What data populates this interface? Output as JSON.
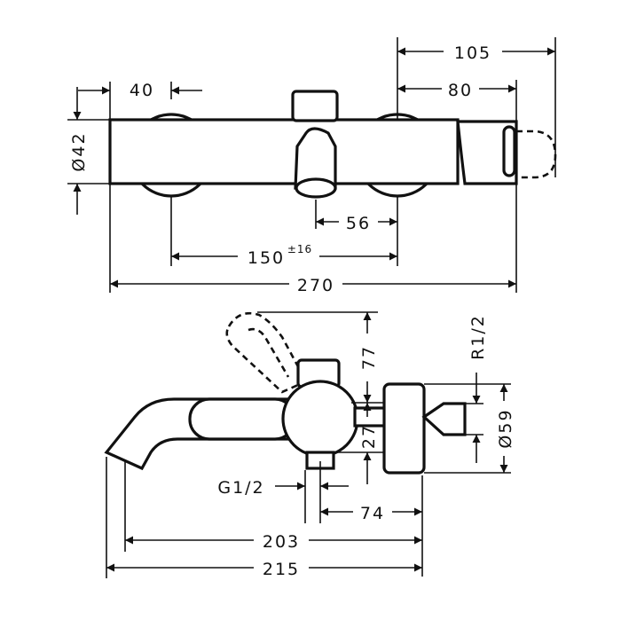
{
  "top_view": {
    "dim_105": "105",
    "dim_40": "40",
    "dim_80": "80",
    "dim_d42": "Ø42",
    "dim_56": "56",
    "dim_150": "150",
    "dim_150_tol": "±16",
    "dim_270": "270"
  },
  "side_view": {
    "dim_77": "77",
    "dim_r12": "R1/2",
    "dim_d59": "Ø59",
    "dim_27": "27",
    "dim_g12": "G1/2",
    "dim_74": "74",
    "dim_203": "203",
    "dim_215": "215"
  }
}
